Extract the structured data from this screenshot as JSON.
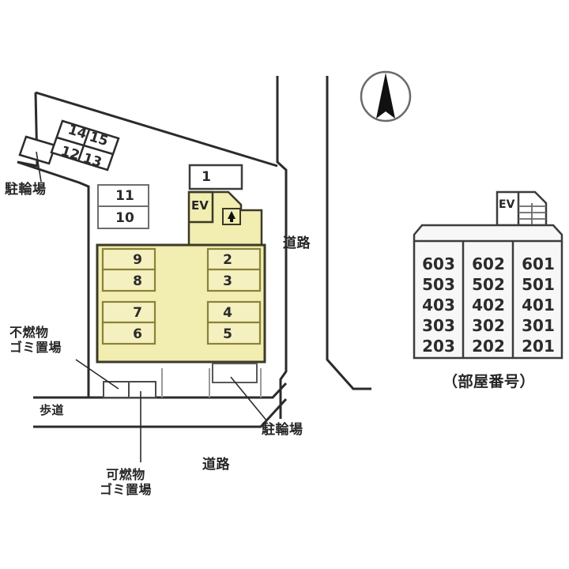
{
  "site_plan": {
    "compass": {
      "name": "north-arrow",
      "label": "N"
    },
    "roads": [
      {
        "id": "road-east",
        "label": "道路"
      },
      {
        "id": "road-south",
        "label": "道路"
      }
    ],
    "sidewalk": {
      "label": "歩道"
    },
    "bicycle_parking": [
      {
        "id": "bike-nw",
        "label": "駐輪場"
      },
      {
        "id": "bike-se",
        "label": "駐輪場"
      }
    ],
    "garbage": [
      {
        "id": "non-combustible",
        "label": "不燃物\nゴミ置場",
        "line1": "不燃物",
        "line2": "ゴミ置場"
      },
      {
        "id": "combustible",
        "label": "可燃物\nゴミ置場",
        "line1": "可燃物",
        "line2": "ゴミ置場"
      }
    ],
    "elevator": {
      "label": "EV"
    },
    "entrance": {
      "label": "entrance-arrow"
    },
    "parking_stalls_tilted": [
      "14",
      "15",
      "12",
      "13"
    ],
    "parking_stalls_upper": [
      "11",
      "10"
    ],
    "parking_stall_top": "1",
    "parking_stalls_left": [
      "9",
      "8",
      "7",
      "6"
    ],
    "parking_stalls_right": [
      "2",
      "3",
      "4",
      "5"
    ]
  },
  "room_chart": {
    "caption": "（部屋番号）",
    "elevator": {
      "label": "EV"
    },
    "columns": [
      {
        "id": "col-3",
        "rooms": [
          "603",
          "503",
          "403",
          "303",
          "203"
        ]
      },
      {
        "id": "col-2",
        "rooms": [
          "602",
          "502",
          "402",
          "302",
          "202"
        ]
      },
      {
        "id": "col-1",
        "rooms": [
          "601",
          "501",
          "401",
          "301",
          "201"
        ]
      }
    ]
  },
  "colors": {
    "building_fill": "#f2edb0",
    "stall_fill": "#f5f0c0",
    "stall_stroke": "#8a8238",
    "building_stroke": "#3a3a28",
    "line": "#2b2b2b",
    "chart_fill": "#f7f7f7",
    "chart_stroke": "#3c3c3c",
    "text": "#262626"
  }
}
